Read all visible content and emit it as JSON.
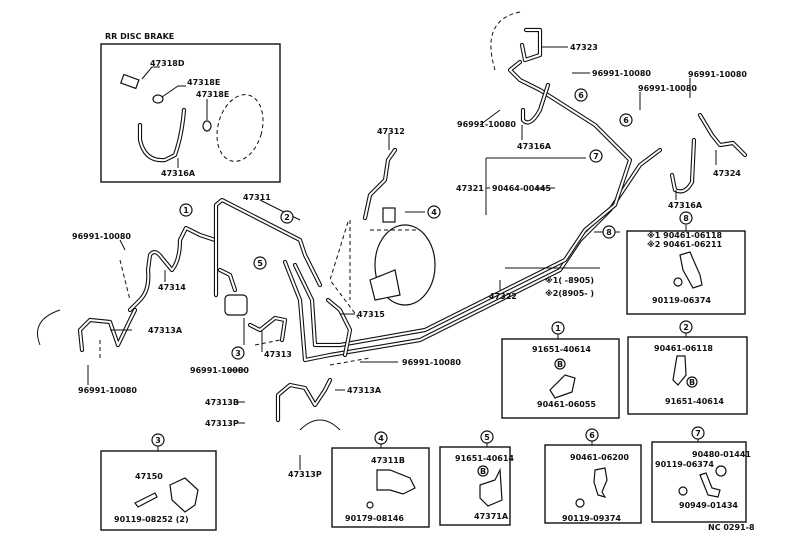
{
  "section_title": "RR  DISC BRAKE",
  "diagram_code": "NC 0291-8",
  "notes": {
    "n1": "※1(      -8905)",
    "n2": "※2(8905-      )"
  },
  "main_labels": {
    "p47318D": "47318D",
    "p47318E_a": "47318E",
    "p47318E_b": "47318E",
    "p47316A_box": "47316A",
    "p47323": "47323",
    "clip_tr1": "96991-10080",
    "clip_tr2": "96991-10080",
    "clip_tr3": "96991-10080",
    "clip_tl": "96991-10080",
    "p47316A_a": "47316A",
    "p47324": "47324",
    "p47316A_b": "47316A",
    "p47321": "47321",
    "p90464": "90464-00445",
    "p47312": "47312",
    "p47311": "47311",
    "p47314": "47314",
    "clip_l1": "96991-10080",
    "p47313A_a": "47313A",
    "clip_l2": "96991-10080",
    "p47313": "47313",
    "p47315": "47315",
    "p47322": "47322",
    "clip_c1": "96991-10080",
    "clip_c2": "96991-10080",
    "p47313A_b": "47313A",
    "p47313B": "47313B",
    "p47313P_a": "47313P",
    "p47313P_b": "47313P"
  },
  "callouts": [
    "1",
    "2",
    "3",
    "4",
    "5",
    "6",
    "7",
    "8"
  ],
  "detail_boxes": {
    "b8": {
      "num": "8",
      "l1": "※1 90461-06118",
      "l2": "※2 90461-06211",
      "l3": "90119-06374"
    },
    "b1": {
      "num": "1",
      "l1": "91651-40614",
      "l2": "90461-06055",
      "mark": "B"
    },
    "b2": {
      "num": "2",
      "l1": "90461-06118",
      "l2": "91651-40614",
      "mark": "B"
    },
    "b3": {
      "num": "3",
      "l1": "47150",
      "l2": "90119-08252 (2)"
    },
    "b4": {
      "num": "4",
      "l1": "47311B",
      "l2": "90179-08146"
    },
    "b5": {
      "num": "5",
      "l1": "91651-40614",
      "l2": "47371A",
      "mark": "B"
    },
    "b6": {
      "num": "6",
      "l1": "90461-06200",
      "l2": "90119-09374"
    },
    "b7": {
      "num": "7",
      "l1": "90480-01441",
      "l2": "90119-06374",
      "l3": "90949-01434"
    }
  }
}
